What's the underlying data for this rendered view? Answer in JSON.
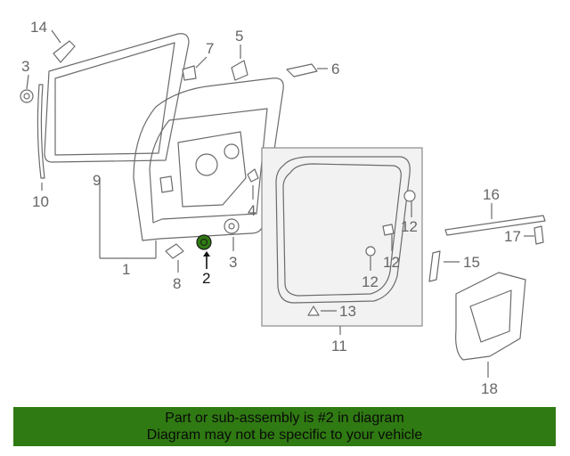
{
  "diagram": {
    "callouts": {
      "c1": "1",
      "c2": "2",
      "c3a": "3",
      "c3b": "3",
      "c4": "4",
      "c5": "5",
      "c6": "6",
      "c7": "7",
      "c8": "8",
      "c9": "9",
      "c10": "10",
      "c11": "11",
      "c12a": "12",
      "c12b": "12",
      "c12c": "12",
      "c13": "13",
      "c14": "14",
      "c15": "15",
      "c16": "16",
      "c17": "17",
      "c18": "18"
    },
    "highlighted_part": "2",
    "highlight_color": "#2f7a12"
  },
  "banner": {
    "line1": "Part or sub-assembly is #2 in diagram",
    "line2": "Diagram may not be specific to your vehicle",
    "background": "#2f7a12"
  }
}
